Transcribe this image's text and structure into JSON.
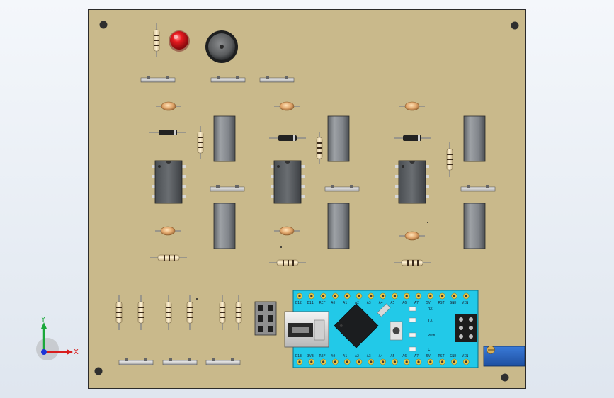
{
  "viewport": {
    "board_color": "#c9b98b",
    "arduino_color": "#22c9e8",
    "led_color": "#e4141b"
  },
  "triad": {
    "x_label": "X",
    "y_label": "Y"
  },
  "arduino": {
    "top_pins": [
      "D12",
      "D11",
      "REF",
      "A0",
      "A1",
      "A2",
      "A3",
      "A4",
      "A5",
      "A6",
      "A7",
      "5V",
      "RST",
      "GND",
      "VIN"
    ],
    "bottom_pins": [
      "D13",
      "3V3",
      "REF",
      "A0",
      "A1",
      "A2",
      "A3",
      "A4",
      "A5",
      "A6",
      "A7",
      "5V",
      "RST",
      "GND",
      "VIN"
    ],
    "led_labels": [
      "RX",
      "TX",
      "POW",
      "L"
    ]
  }
}
